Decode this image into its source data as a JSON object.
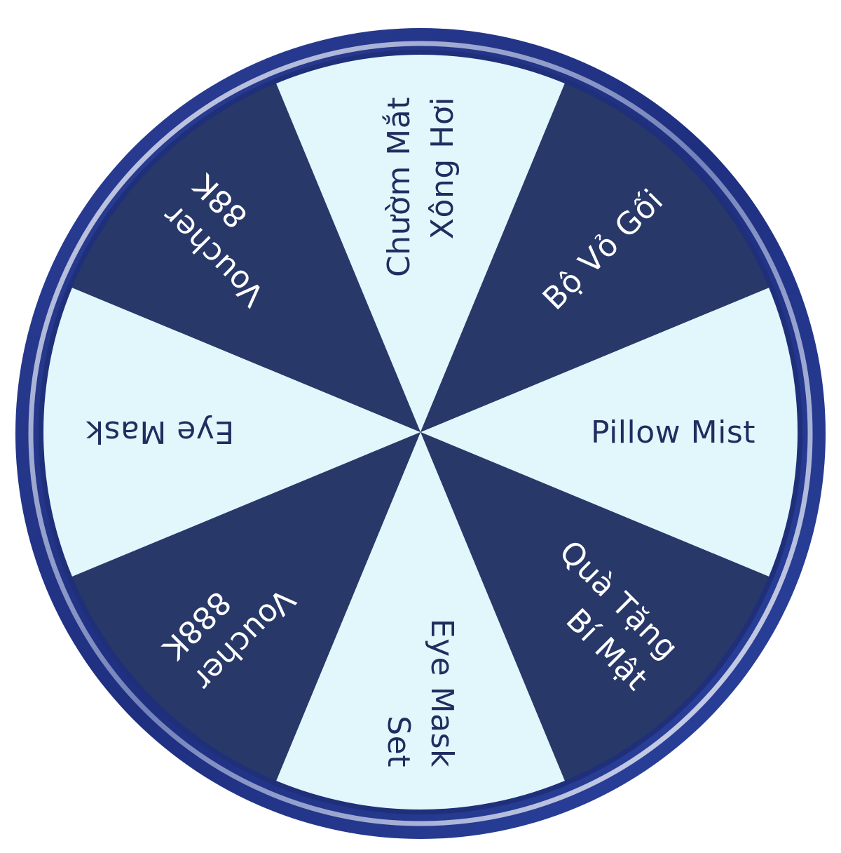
{
  "wheel": {
    "colors": {
      "dark": "#283868",
      "light": "#e1f7fc",
      "rim_outer": "#23388c",
      "rim_inner": "#c9d4ea",
      "text_on_dark": "#ffffff",
      "text_on_light": "#202d5f"
    },
    "segments": [
      {
        "lines": [
          "Pillow Mist"
        ],
        "fill": "light",
        "text_color": "text_on_light"
      },
      {
        "lines": [
          "Quà Tặng",
          "Bí Mật"
        ],
        "fill": "dark",
        "text_color": "text_on_dark"
      },
      {
        "lines": [
          "Eye Mask",
          "Set"
        ],
        "fill": "light",
        "text_color": "text_on_light"
      },
      {
        "lines": [
          "Voucher",
          "888K"
        ],
        "fill": "dark",
        "text_color": "text_on_dark"
      },
      {
        "lines": [
          "Eye Mask"
        ],
        "fill": "light",
        "text_color": "text_on_light"
      },
      {
        "lines": [
          "Voucher",
          "88K"
        ],
        "fill": "dark",
        "text_color": "text_on_dark"
      },
      {
        "lines": [
          "Chườm Mắt",
          "Xông Hơi"
        ],
        "fill": "light",
        "text_color": "text_on_light"
      },
      {
        "lines": [
          "Bộ Vỏ Gối"
        ],
        "fill": "dark",
        "text_color": "text_on_dark"
      }
    ]
  }
}
